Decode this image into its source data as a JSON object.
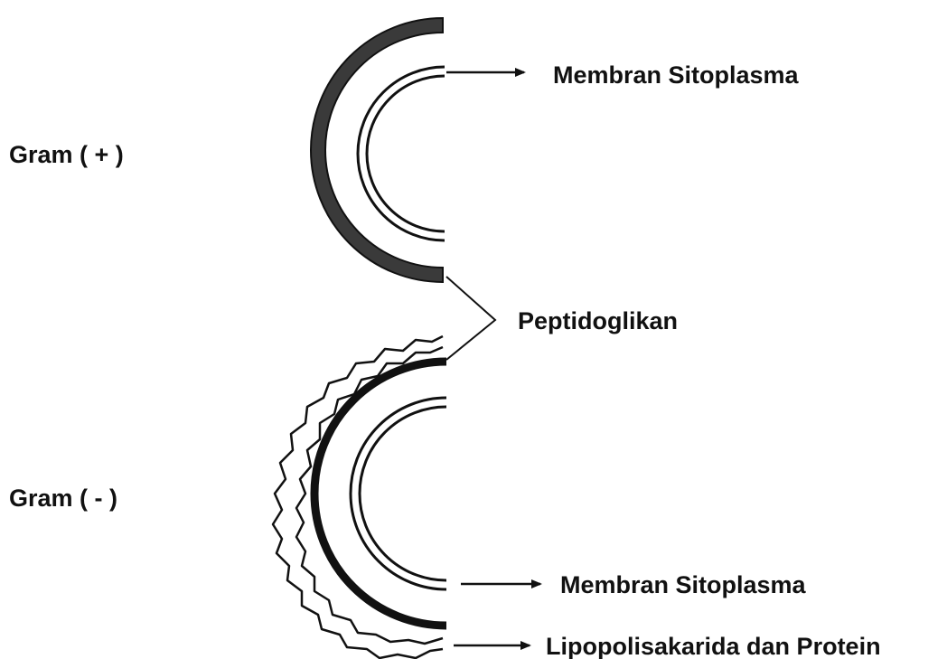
{
  "diagram": {
    "gram_positive": {
      "label": "Gram ( + )",
      "membrane_label": "Membran Sitoplasma"
    },
    "gram_negative": {
      "label": "Gram ( - )",
      "membrane_label": "Membran Sitoplasma",
      "outer_layer_label": "Lipopolisakarida dan Protein"
    },
    "shared_label": "Peptidoglikan"
  },
  "colors": {
    "ink": "#111111",
    "peptidoglycan_fill": "#3a3a3a",
    "background": "#ffffff"
  }
}
